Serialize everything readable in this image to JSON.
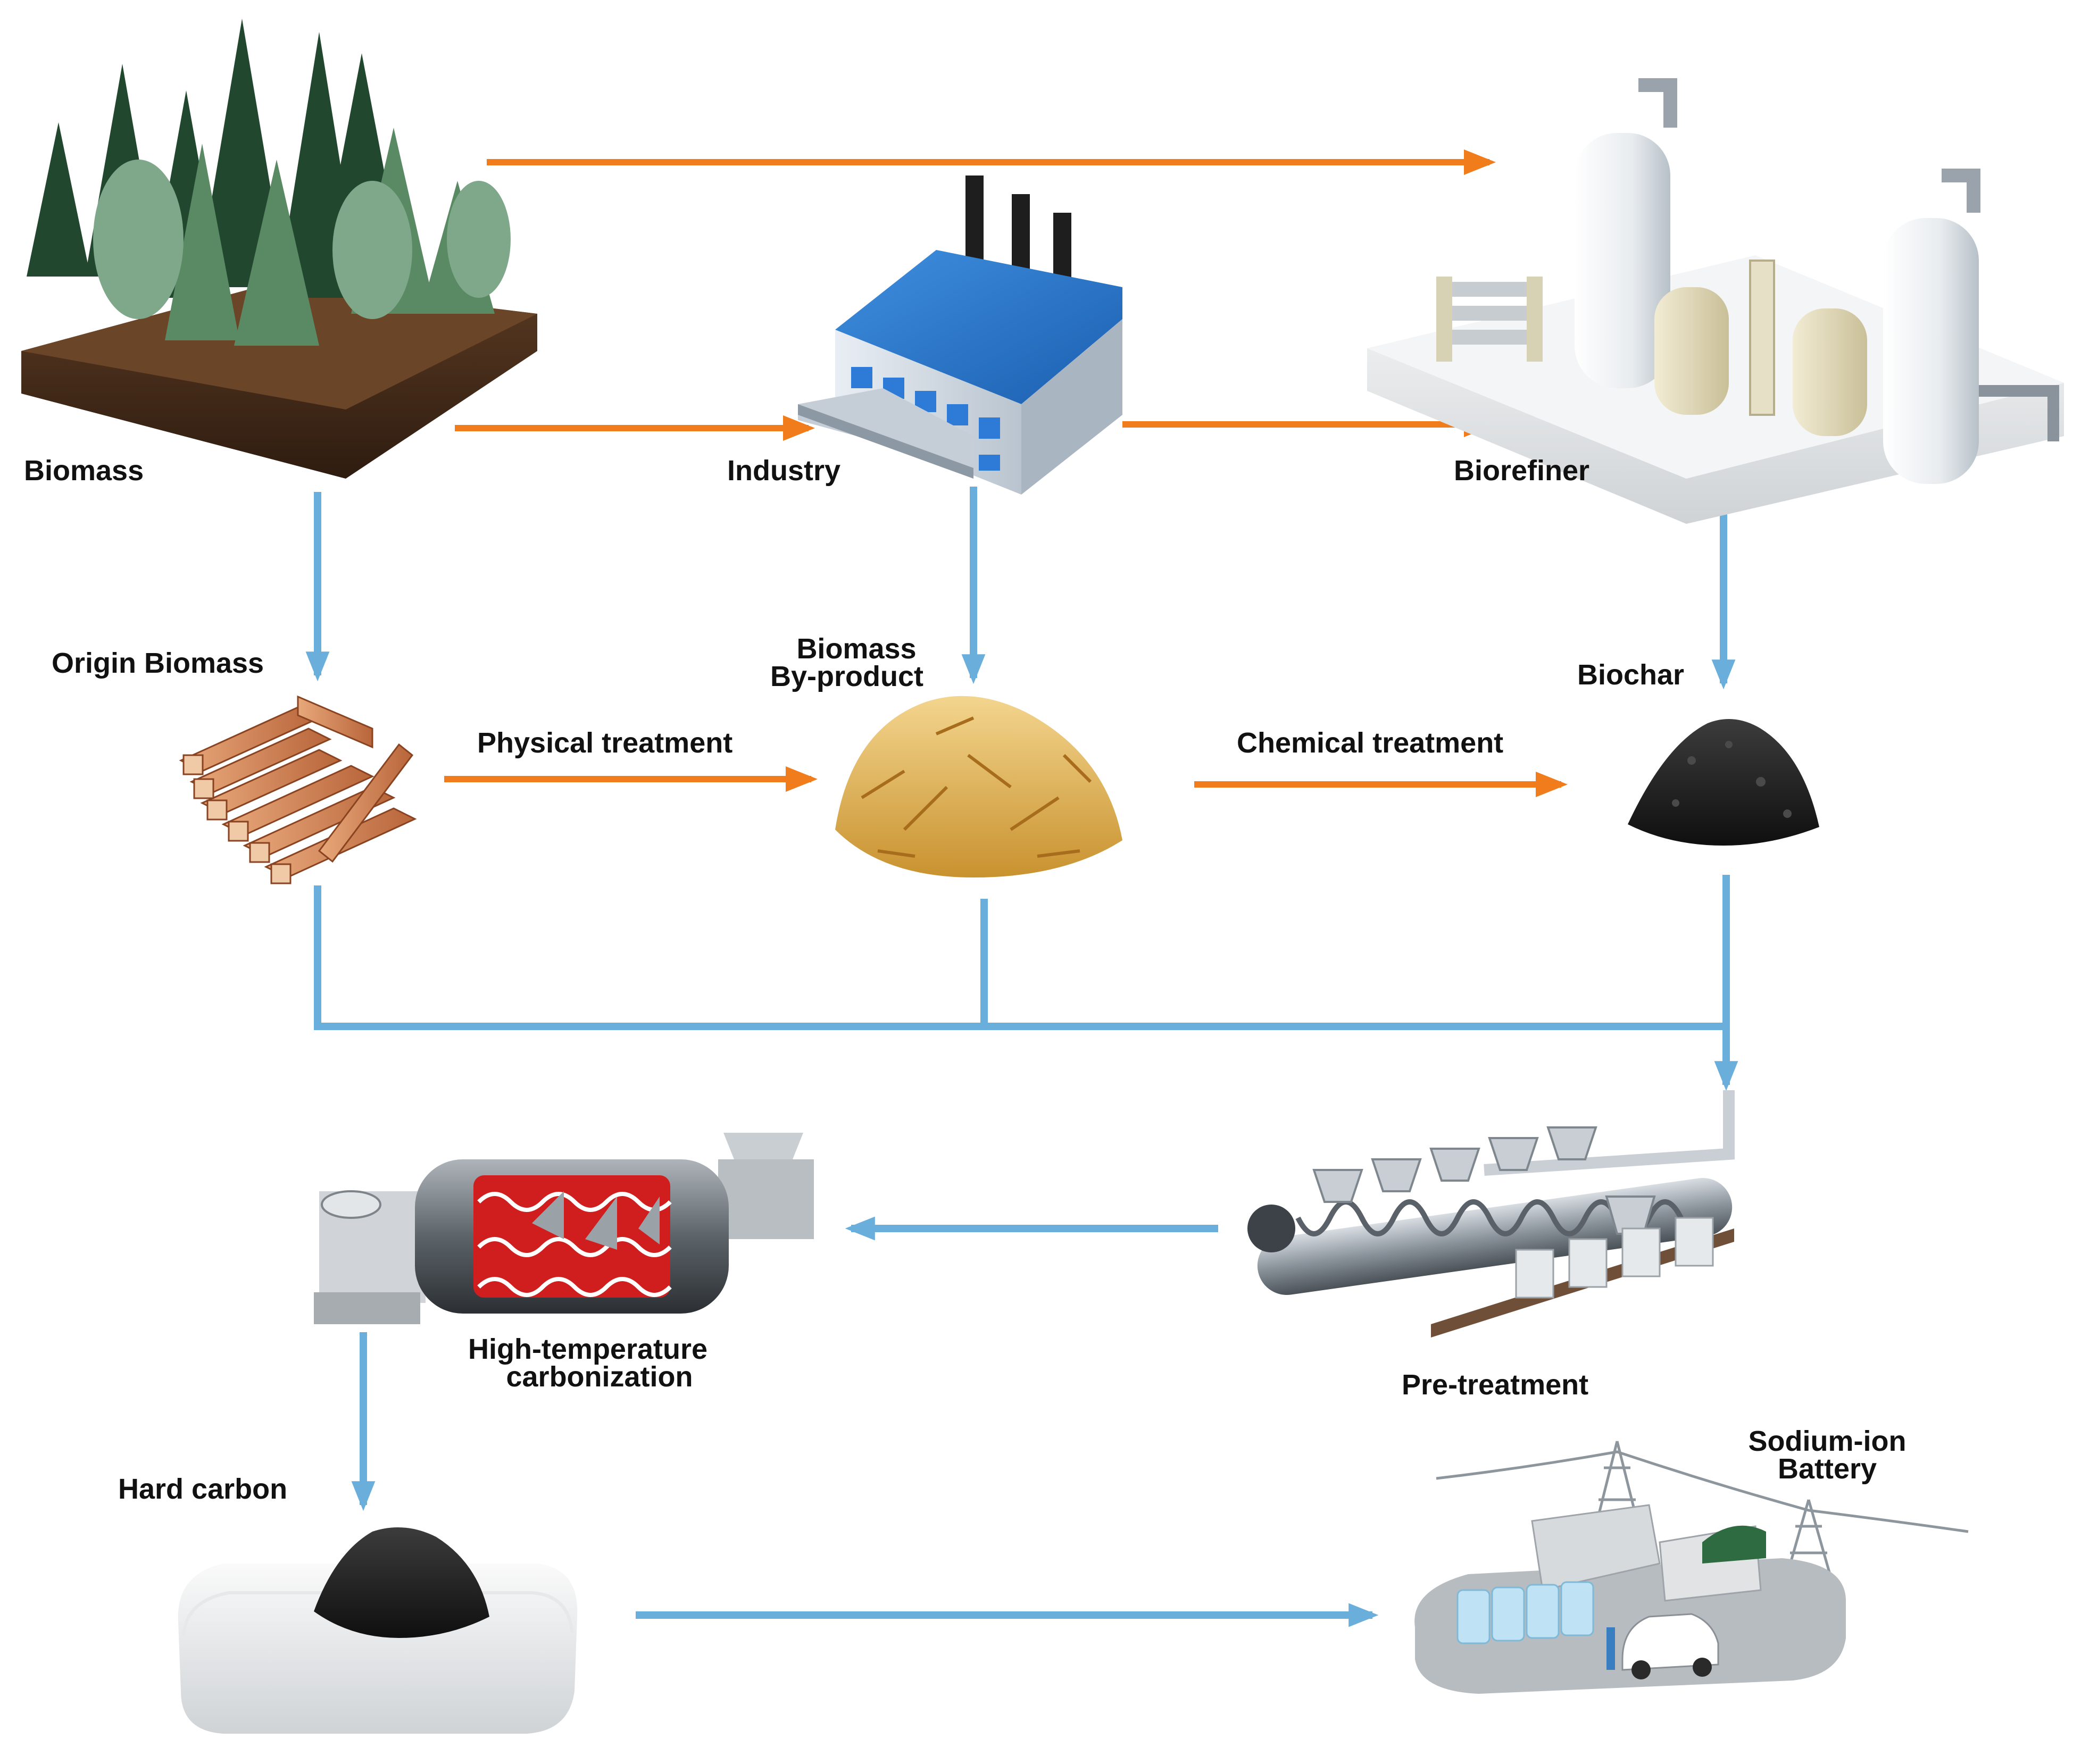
{
  "colors": {
    "process_arrow": "#f07c1c",
    "flow_arrow": "#6aaedb",
    "label": "#111111"
  },
  "nodes": {
    "biomass": {
      "label": "Biomass",
      "icon": "forest-icon"
    },
    "industry": {
      "label": "Industry",
      "icon": "factory-icon"
    },
    "biorefiner": {
      "label": "Biorefiner",
      "icon": "biorefinery-icon"
    },
    "origin_biomass": {
      "label": "Origin Biomass",
      "icon": "wood-pile-icon"
    },
    "biomass_byproduct": {
      "label_line1": "Biomass",
      "label_line2": "By-product",
      "icon": "straw-pile-icon"
    },
    "biochar": {
      "label": "Biochar",
      "icon": "biochar-pile-icon"
    },
    "pretreatment": {
      "label": "Pre-treatment",
      "icon": "screw-conveyor-icon"
    },
    "carbonization": {
      "label_line1": "High-temperature",
      "label_line2": "carbonization",
      "icon": "rotary-kiln-icon"
    },
    "hard_carbon": {
      "label": "Hard carbon",
      "icon": "hard-carbon-icon"
    },
    "battery": {
      "label_line1": "Sodium-ion",
      "label_line2": "Battery",
      "icon": "battery-station-icon"
    }
  },
  "edges": {
    "physical_treatment": "Physical treatment",
    "chemical_treatment": "Chemical treatment"
  }
}
